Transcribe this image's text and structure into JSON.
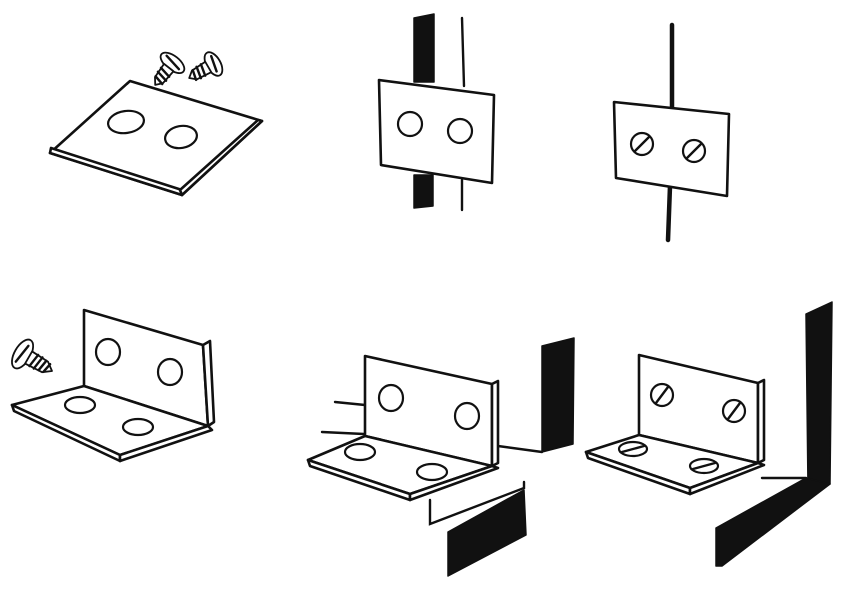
{
  "illustration": {
    "colors": {
      "ink": "#111111",
      "paper": "#ffffff"
    },
    "panels": [
      {
        "id": "flat-plate-with-screws",
        "icon": "flat-mending-plate-icon",
        "hole_count": 2,
        "screw_count": 2
      },
      {
        "id": "flat-plate-held-on-post",
        "icon": "flat-mending-plate-icon",
        "hole_count": 2,
        "screw_count": 0
      },
      {
        "id": "flat-plate-screwed-on-post",
        "icon": "flat-mending-plate-icon",
        "hole_count": 2,
        "screw_count": 2
      },
      {
        "id": "angle-bracket-with-screw",
        "icon": "corner-brace-icon",
        "hole_count": 4,
        "screw_count": 1
      },
      {
        "id": "angle-bracket-in-corner",
        "icon": "corner-brace-icon",
        "hole_count": 4,
        "screw_count": 0
      },
      {
        "id": "angle-bracket-screwed-in-corner",
        "icon": "corner-brace-icon",
        "hole_count": 4,
        "screw_count": 4
      }
    ]
  }
}
